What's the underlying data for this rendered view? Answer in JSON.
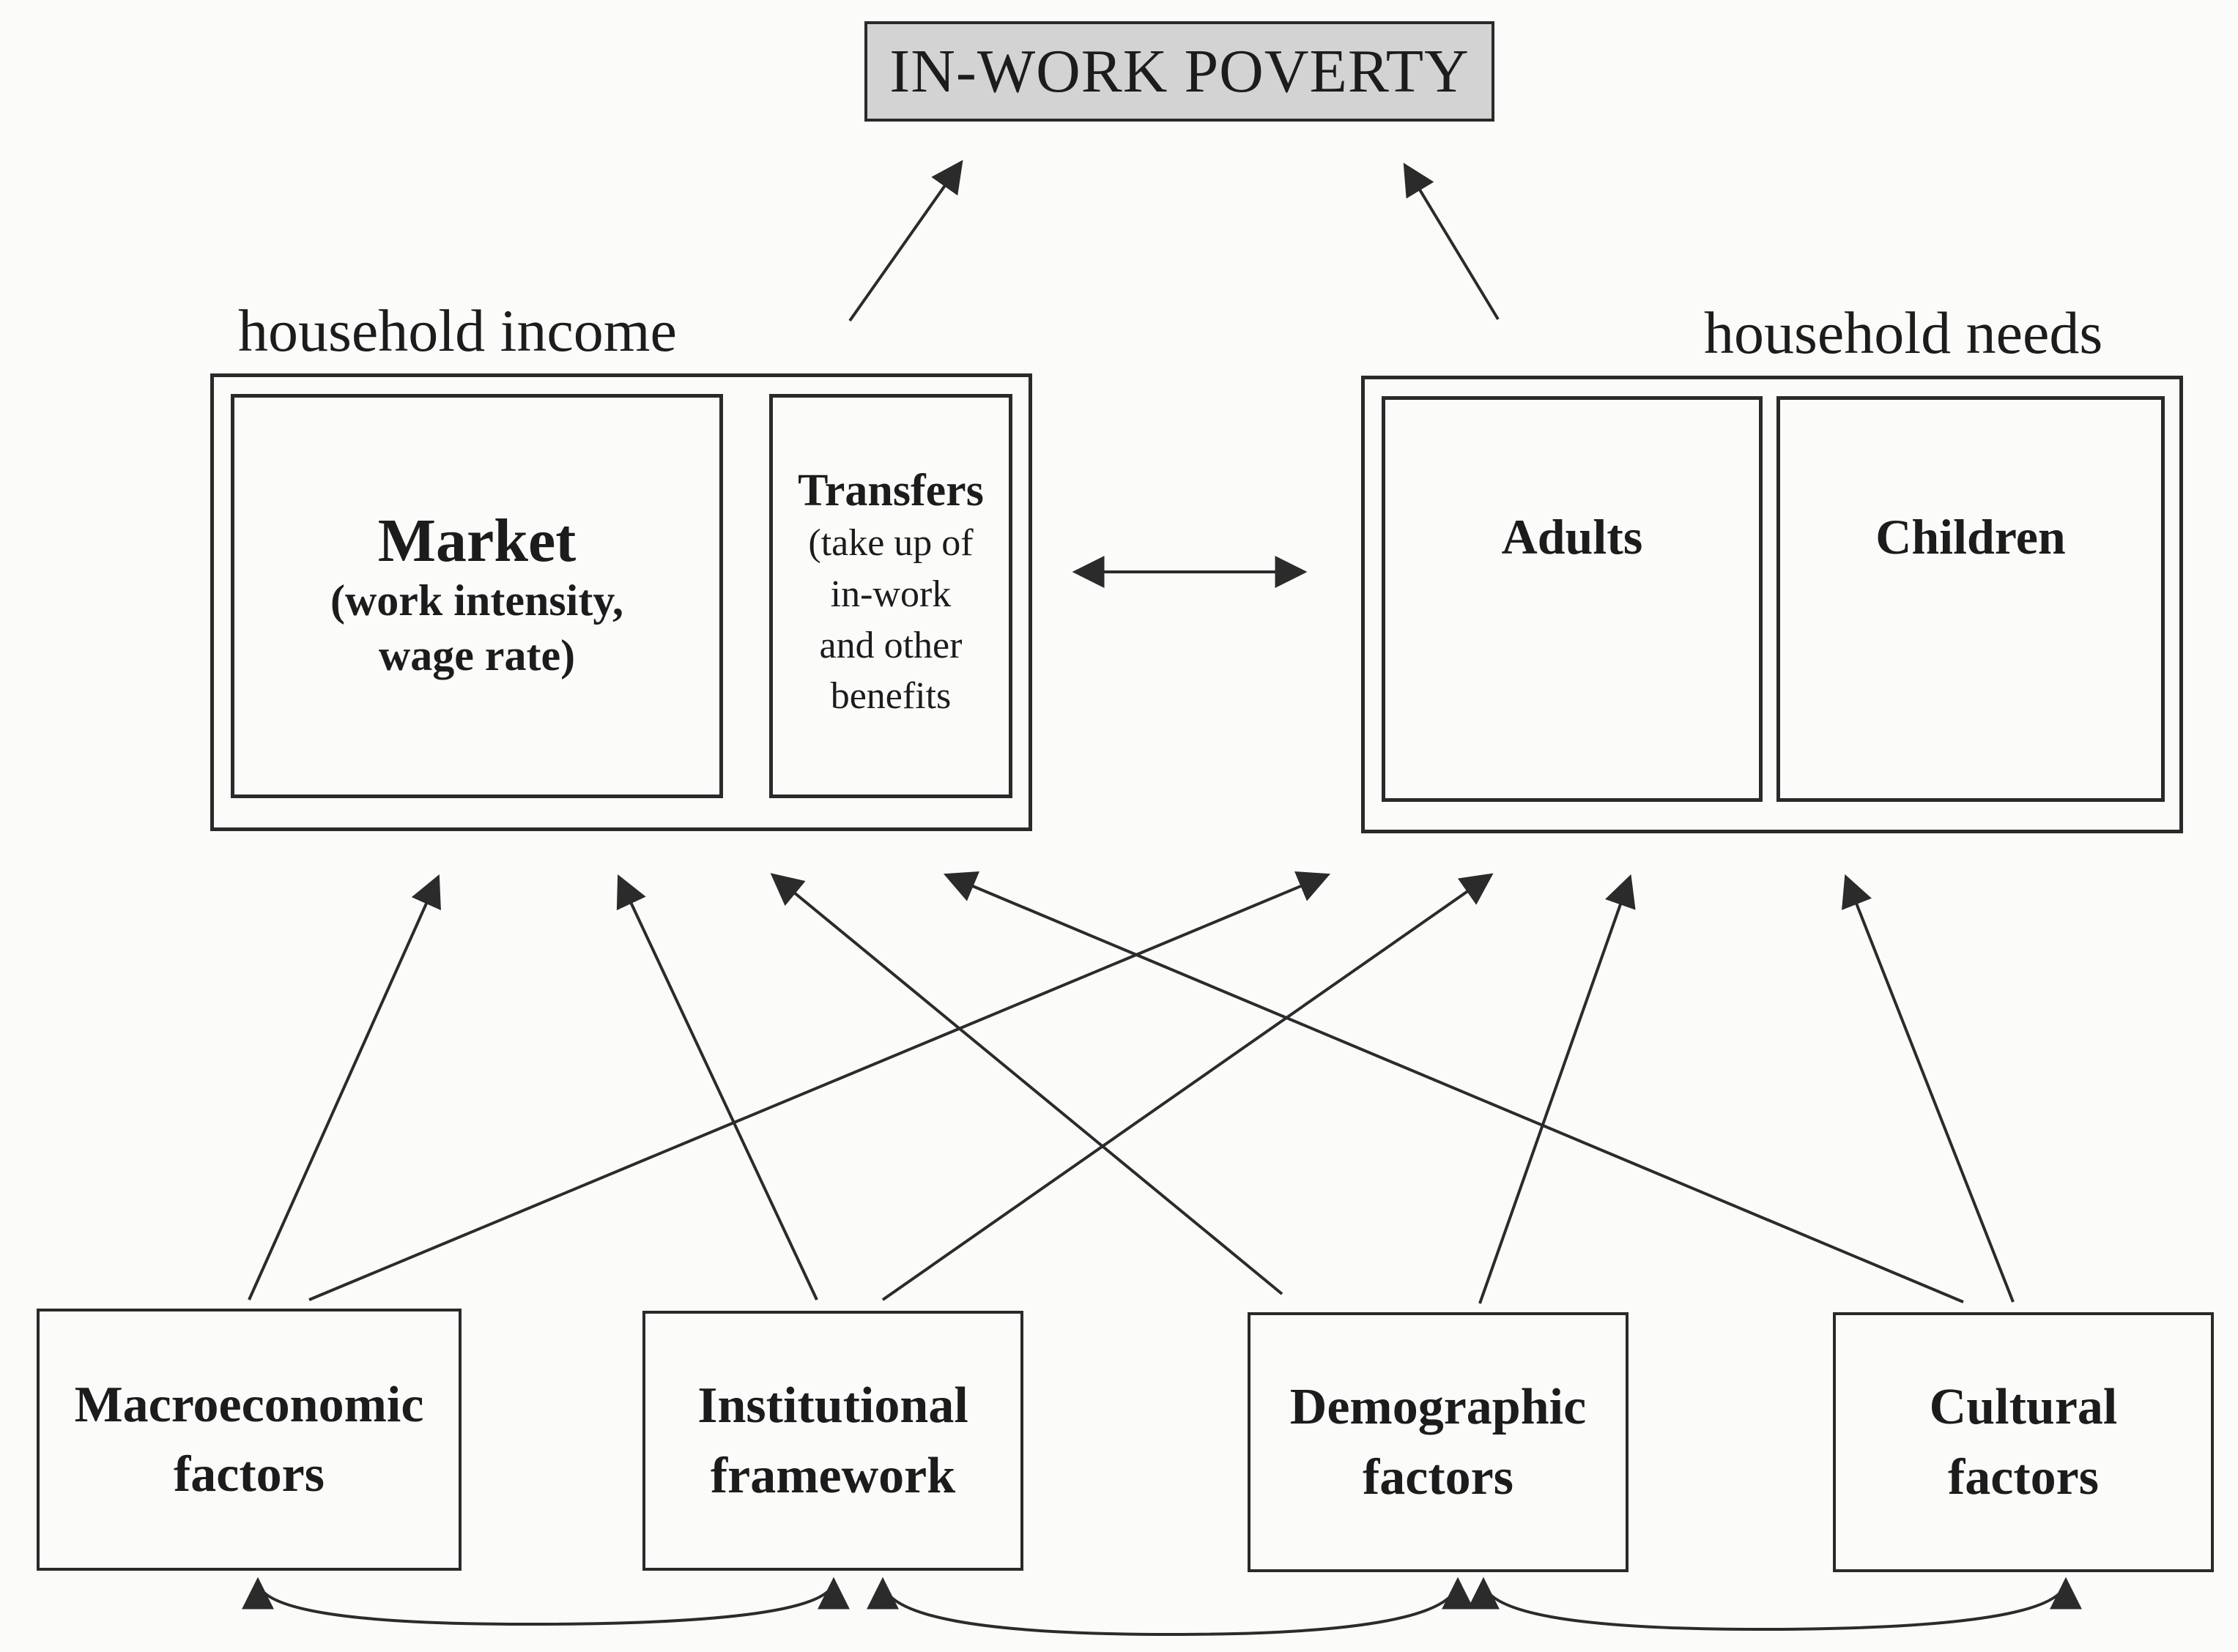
{
  "title": "IN-WORK POVERTY",
  "household_income": {
    "label": "household income",
    "market": {
      "title": "Market",
      "subtitle_line1": "(work intensity,",
      "subtitle_line2": "wage rate)"
    },
    "transfers": {
      "title": "Transfers",
      "line1": "(take up of",
      "line2": "in-work",
      "line3": "and other",
      "line4": "benefits"
    }
  },
  "household_needs": {
    "label": "household needs",
    "adults": "Adults",
    "children": "Children"
  },
  "factors": [
    {
      "line1": "Macroeconomic",
      "line2": "factors"
    },
    {
      "line1": "Institutional",
      "line2": "framework"
    },
    {
      "line1": "Demographic",
      "line2": "factors"
    },
    {
      "line1": "Cultural",
      "line2": "factors"
    }
  ]
}
